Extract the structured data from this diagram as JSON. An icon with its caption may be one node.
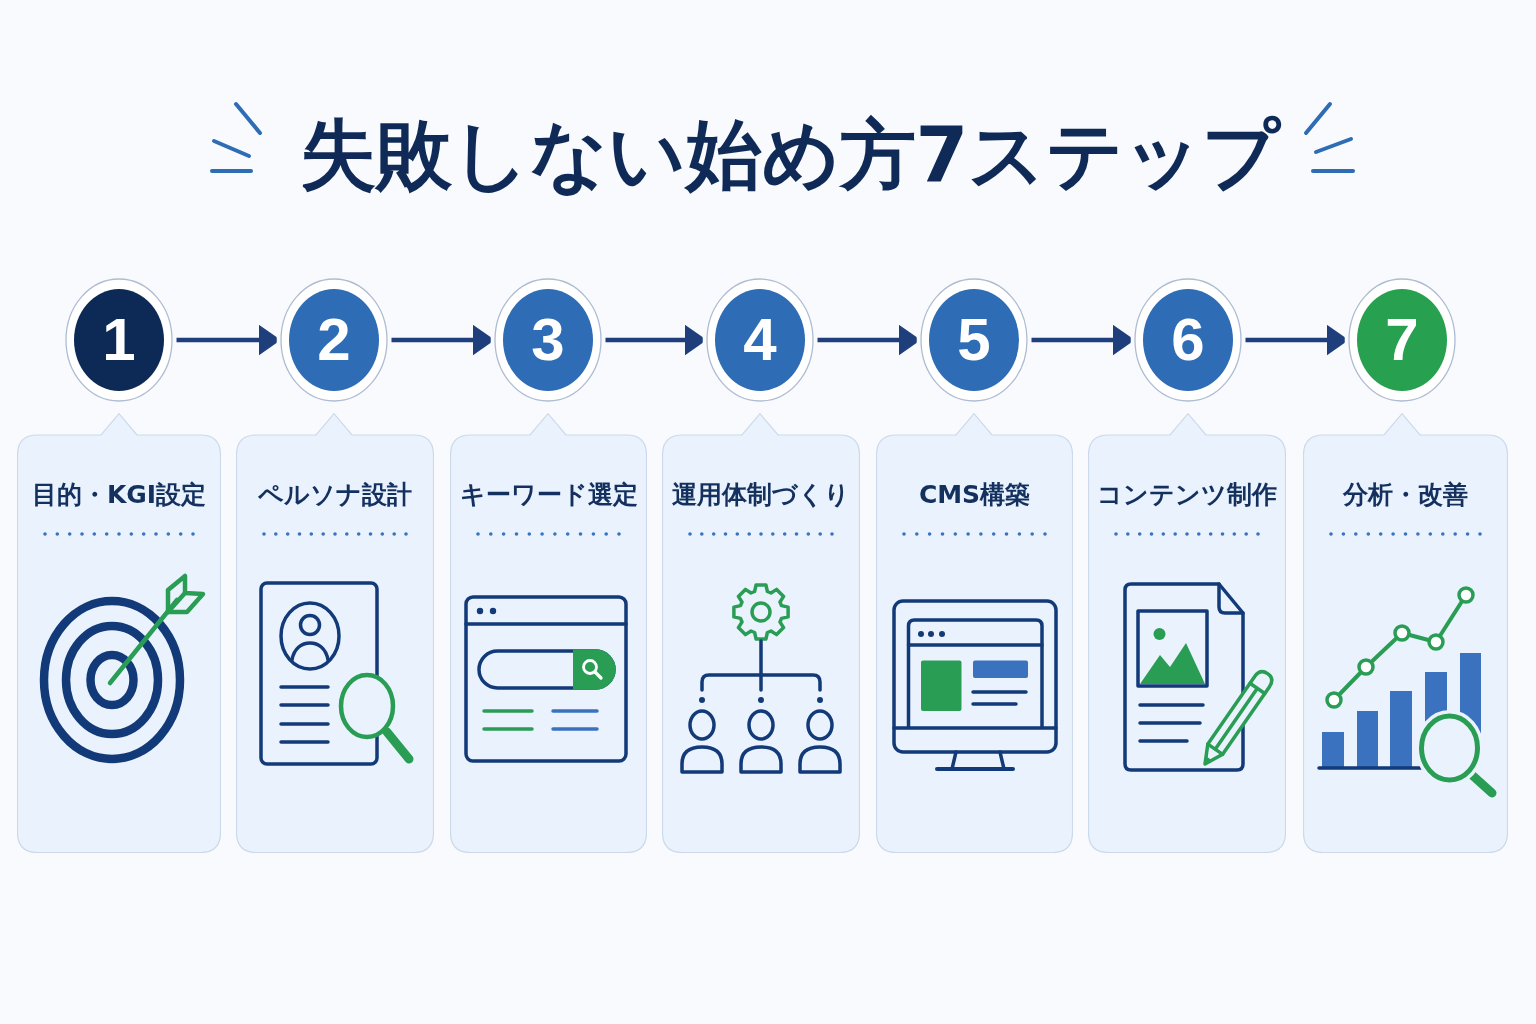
{
  "diagram": {
    "title": "失敗しない始め方7ステップ",
    "nodes": [
      {
        "text": [
          "1"
        ]
      },
      {
        "text": [
          "2"
        ]
      },
      {
        "text": [
          "3"
        ]
      },
      {
        "text": [
          "4"
        ]
      },
      {
        "text": [
          "5"
        ]
      },
      {
        "text": [
          "6"
        ]
      },
      {
        "text": [
          "7"
        ]
      },
      {
        "text": [
          "目的・KGI設定"
        ]
      },
      {
        "text": [
          "ペルソナ設計"
        ]
      },
      {
        "text": [
          "キーワード選定"
        ]
      },
      {
        "text": [
          "運用体制づくり"
        ]
      },
      {
        "text": [
          "CMS構築"
        ]
      },
      {
        "text": [
          "コンテンツ制作"
        ]
      },
      {
        "text": [
          "分析・改善"
        ]
      }
    ],
    "edges": [
      {
        "from": 0,
        "to": 1,
        "arrow": "to"
      },
      {
        "from": 1,
        "to": 2,
        "arrow": "to"
      },
      {
        "from": 2,
        "to": 3,
        "arrow": "to"
      },
      {
        "from": 3,
        "to": 4,
        "arrow": "to"
      },
      {
        "from": 4,
        "to": 5,
        "arrow": "to"
      },
      {
        "from": 5,
        "to": 6,
        "arrow": "to"
      }
    ]
  }
}
